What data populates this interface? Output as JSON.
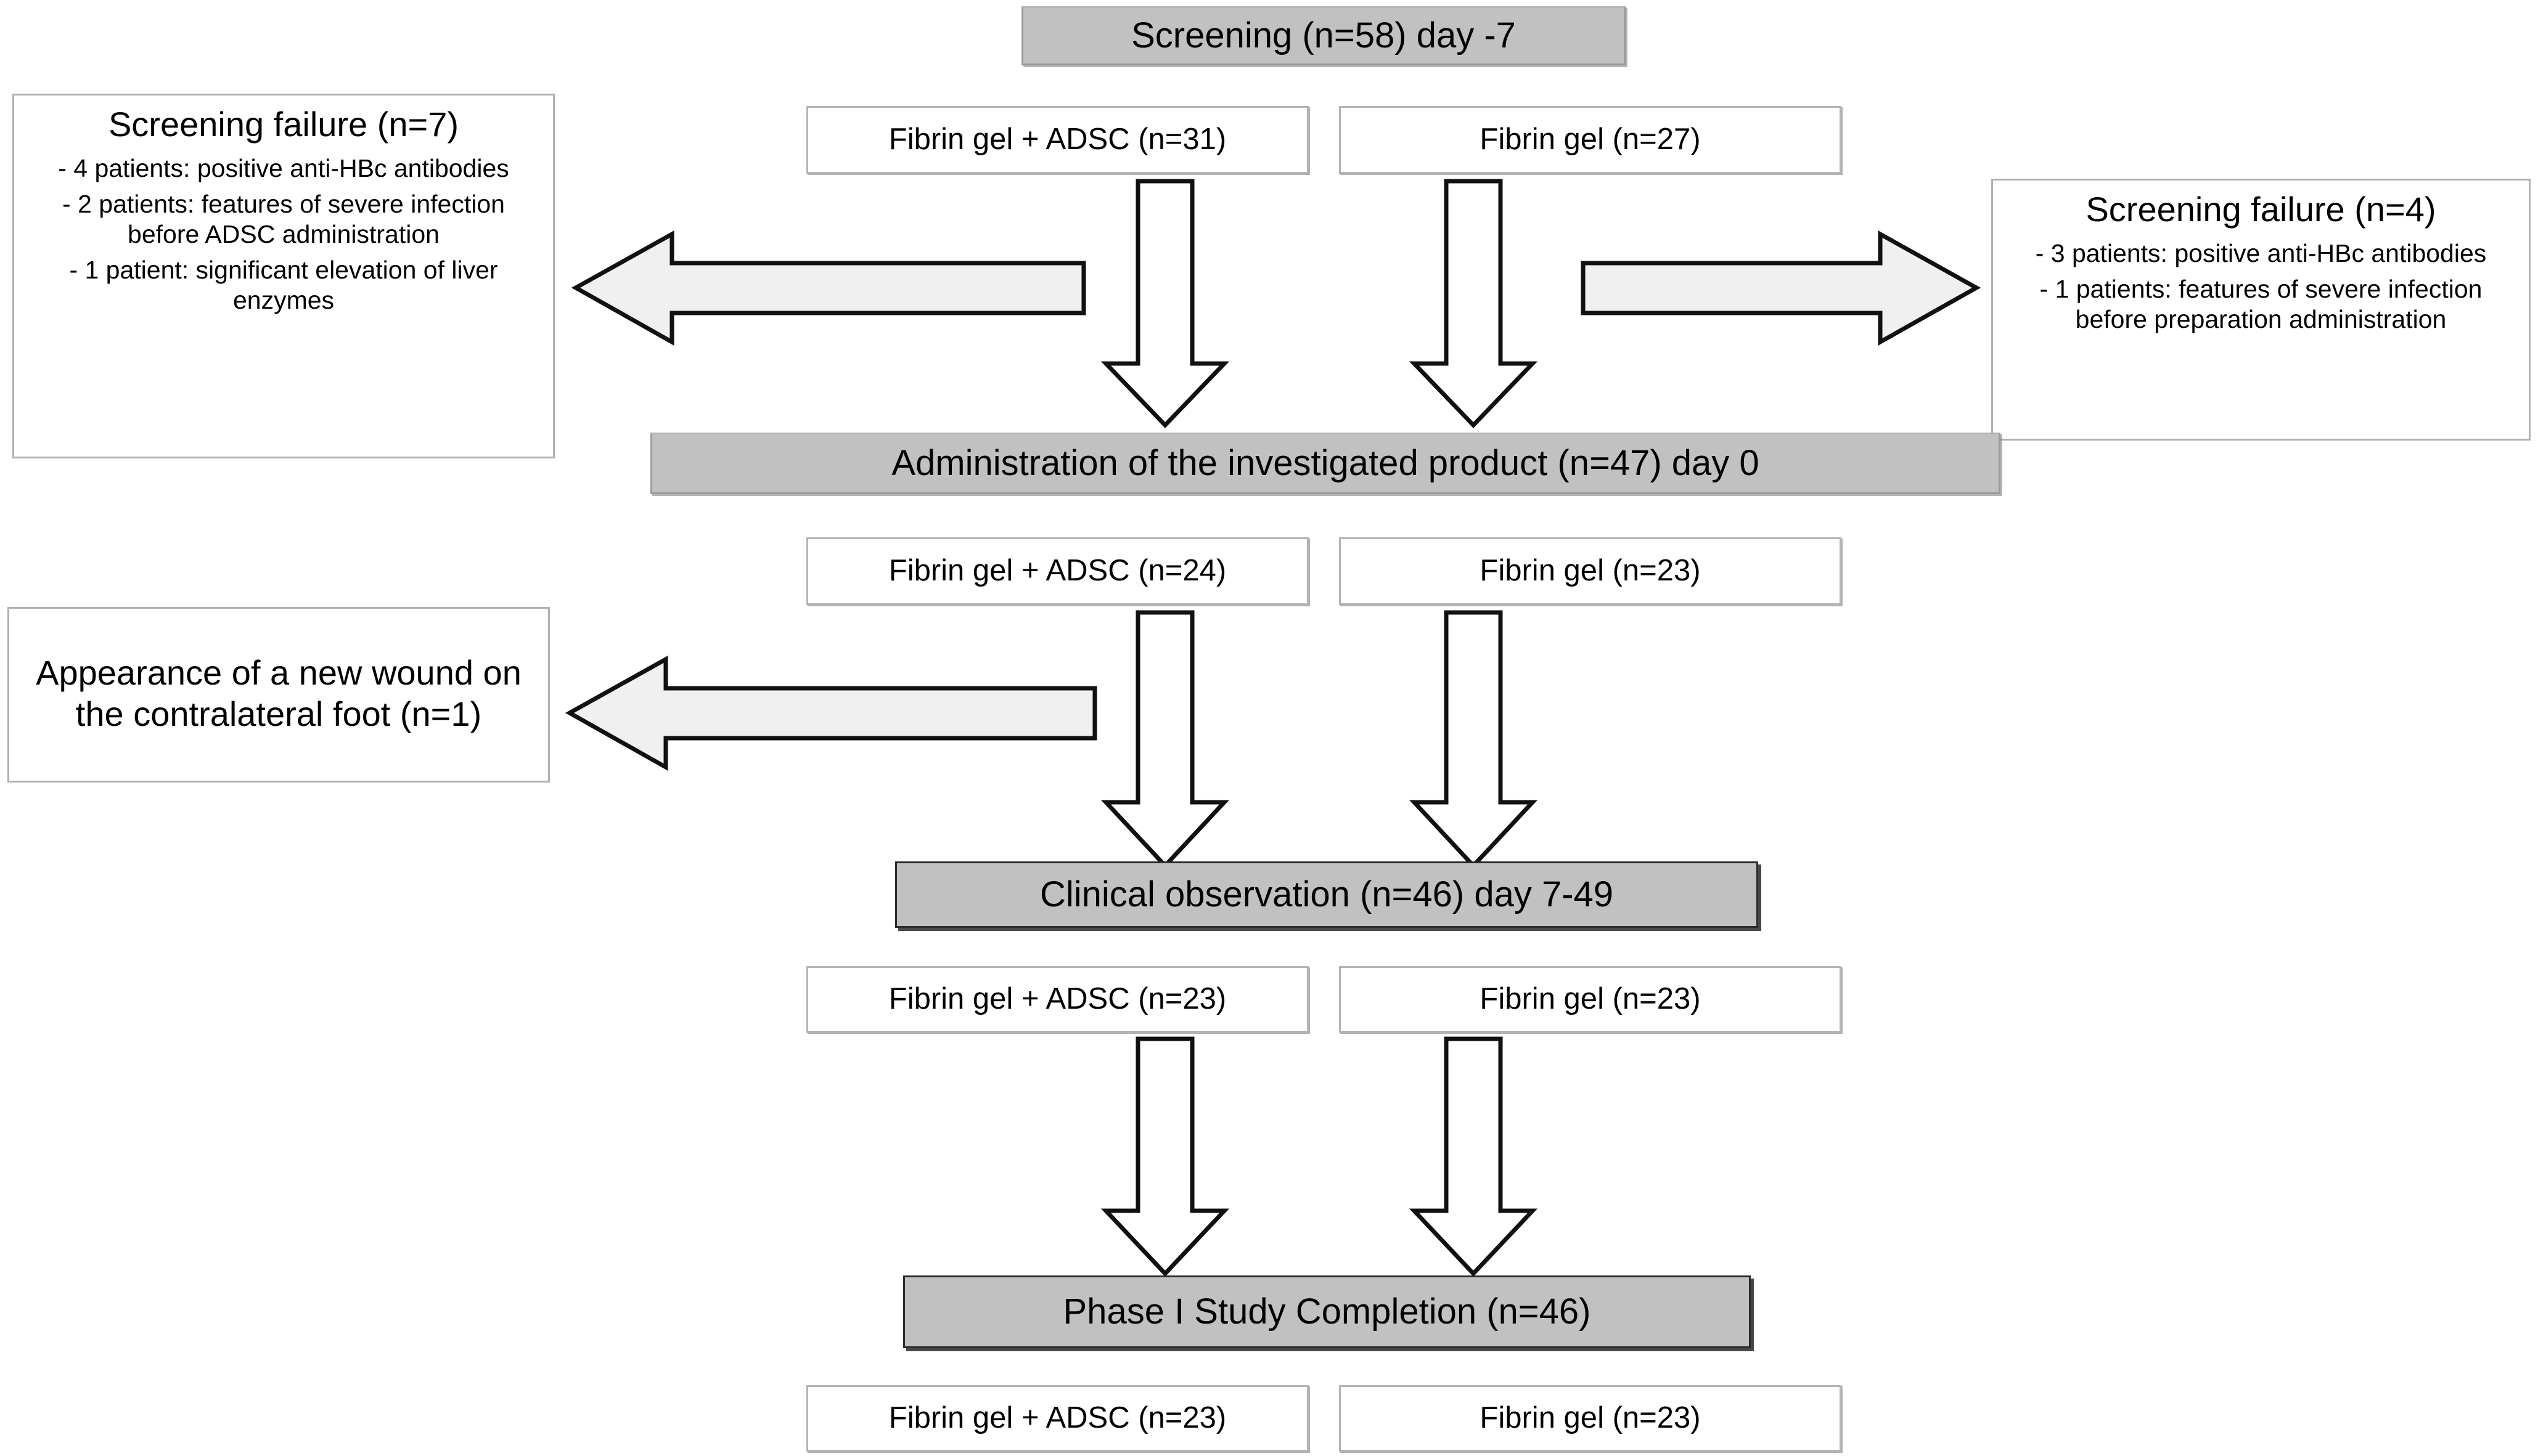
{
  "diagram": {
    "title": "Phase I clinical trial CONSORT-style flow diagram",
    "colors": {
      "shaded_fill": "#c1c1c1",
      "plain_fill": "#ffffff",
      "arrow_fill": "#f0f0f0",
      "border": "#b0b0b0",
      "text": "#000000"
    }
  },
  "stages": {
    "screening": {
      "label": "Screening (n=58) day -7",
      "arms": [
        {
          "label": "Fibrin gel + ADSC (n=31)"
        },
        {
          "label": "Fibrin gel (n=27)"
        }
      ]
    },
    "administration": {
      "label": "Administration of the investigated product (n=47) day 0",
      "arms": [
        {
          "label": "Fibrin gel + ADSC (n=24)"
        },
        {
          "label": "Fibrin gel (n=23)"
        }
      ]
    },
    "observation": {
      "label": "Clinical observation (n=46) day 7-49",
      "arms": [
        {
          "label": "Fibrin gel + ADSC (n=23)"
        },
        {
          "label": "Fibrin gel (n=23)"
        }
      ]
    },
    "completion": {
      "label": "Phase I Study Completion (n=46)",
      "arms": [
        {
          "label": "Fibrin gel + ADSC (n=23)"
        },
        {
          "label": "Fibrin gel (n=23)"
        }
      ]
    }
  },
  "exclusions": {
    "left_screening_failure": {
      "title": "Screening failure (n=7)",
      "items": [
        "- 4 patients: positive anti-HBc antibodies",
        "- 2 patients: features of severe infection before ADSC administration",
        "- 1 patient: significant elevation of liver enzymes"
      ]
    },
    "right_screening_failure": {
      "title": "Screening failure (n=4)",
      "items": [
        "- 3 patients: positive anti-HBc antibodies",
        "- 1 patients: features of severe infection before preparation administration"
      ]
    },
    "new_wound": {
      "title": "Appearance of a new wound on the contralateral foot (n=1)",
      "items": []
    }
  }
}
